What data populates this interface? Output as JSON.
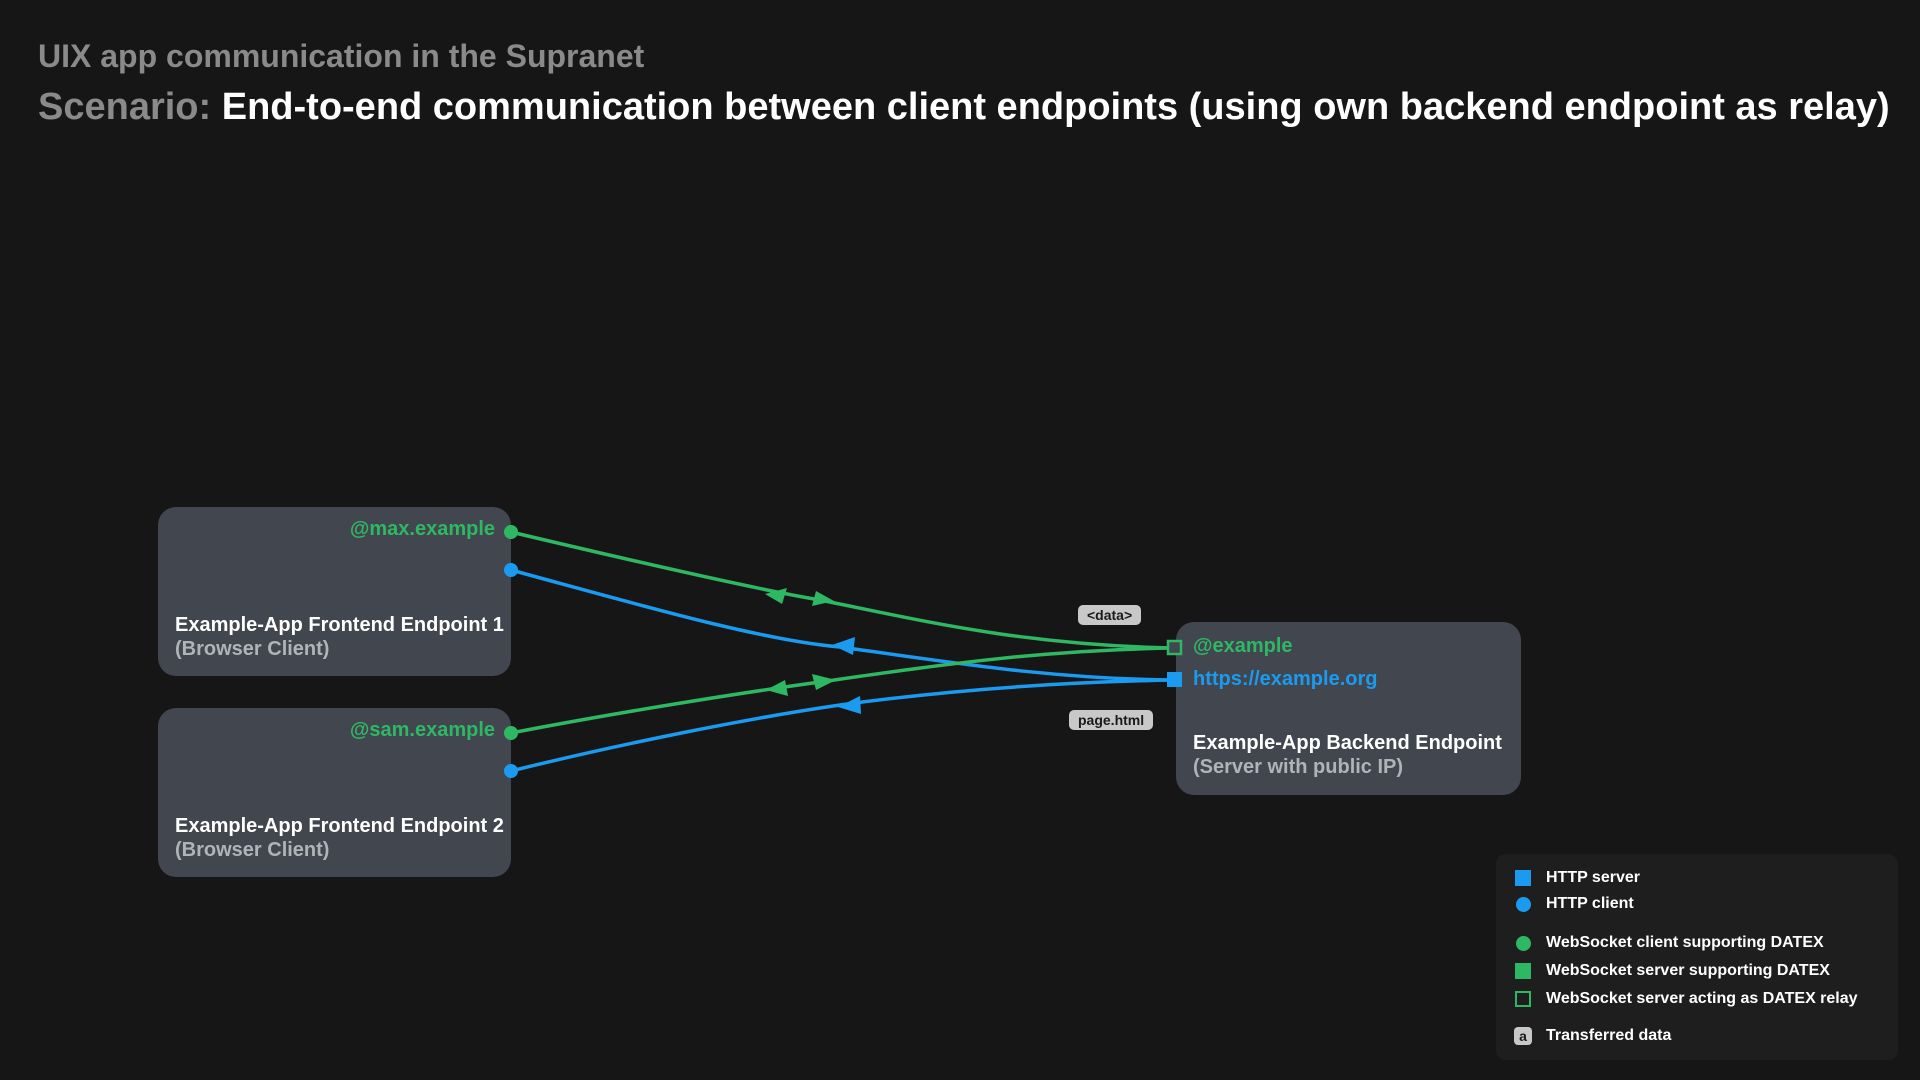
{
  "header": {
    "title": "UIX app communication in the Supranet",
    "scenario_prefix": "Scenario:",
    "scenario_text": "End-to-end communication between client endpoints (using own backend endpoint as relay)"
  },
  "frontend1": {
    "endpoint_id": "@max.example",
    "name": "Example-App Frontend Endpoint 1",
    "subtitle": "(Browser Client)"
  },
  "frontend2": {
    "endpoint_id": "@sam.example",
    "name": "Example-App Frontend Endpoint 2",
    "subtitle": "(Browser Client)"
  },
  "backend": {
    "endpoint_id": "@example",
    "url": "https://example.org",
    "name": "Example-App Backend Endpoint",
    "subtitle": "(Server with public IP)"
  },
  "transfers": {
    "data_tag": "<data>",
    "page_tag": "page.html"
  },
  "legend": {
    "items": [
      {
        "symbol": "http-server-square",
        "label": "HTTP server"
      },
      {
        "symbol": "http-client-dot",
        "label": "HTTP client"
      },
      {
        "symbol": "websocket-client-dot",
        "label": "WebSocket client supporting DATEX"
      },
      {
        "symbol": "websocket-server-square",
        "label": "WebSocket server supporting DATEX"
      },
      {
        "symbol": "websocket-relay-outline-square",
        "label": "WebSocket server acting as DATEX relay"
      },
      {
        "symbol": "data-glyph",
        "glyph": "a",
        "label": "Transferred data"
      }
    ]
  },
  "colors": {
    "background": "#161616",
    "box": "#41464f",
    "green": "#2fb863",
    "blue": "#1b9bf0"
  }
}
